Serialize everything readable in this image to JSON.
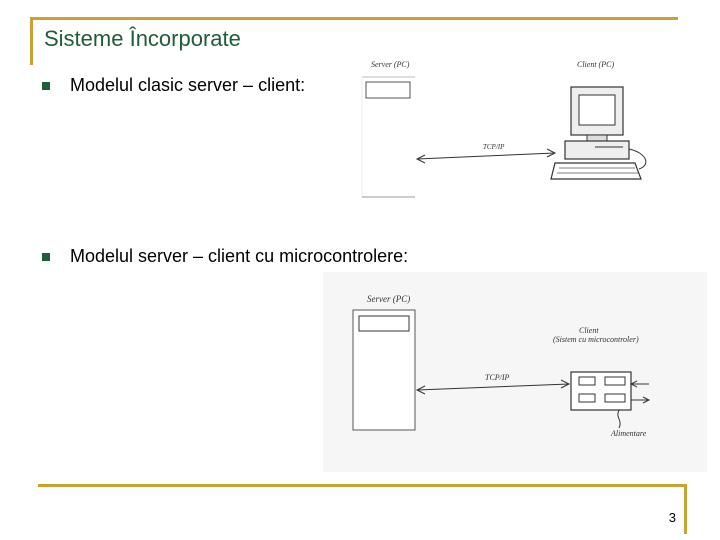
{
  "slide": {
    "title": "Sisteme Încorporate",
    "page_number": "3",
    "accent_color": "#c9a233",
    "title_color": "#1f5c3a"
  },
  "bullets": [
    {
      "text": "Modelul clasic server – client:"
    },
    {
      "text": "Modelul server – client cu microcontrolere:"
    }
  ],
  "diagram1": {
    "server_label": "Server (PC)",
    "client_label": "Client (PC)",
    "link_label": "TCP/IP"
  },
  "diagram2": {
    "server_label": "Server (PC)",
    "client_label_line1": "Client",
    "client_label_line2": "(Sistem cu microcontroler)",
    "link_label": "TCP/IP",
    "power_label": "Alimentare"
  }
}
